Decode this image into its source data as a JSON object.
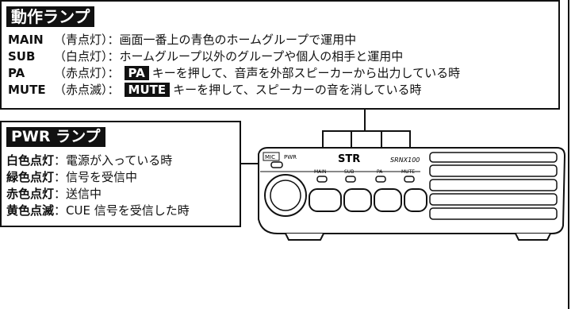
{
  "status_panel": {
    "title": "動作ランプ",
    "rows": [
      {
        "code": "MAIN",
        "desc": "（青点灯）：画面一番上の青色のホームグループで運用中"
      },
      {
        "code": "SUB",
        "desc": "（白点灯）：ホームグループ以外のグループや個人の相手と運用中"
      },
      {
        "code": "PA",
        "desc": "（赤点灯）：",
        "chip": "PA",
        "desc_after": "キーを押して、音声を外部スピーカーから出力している時"
      },
      {
        "code": "MUTE",
        "desc": "（赤点滅）：",
        "chip": "MUTE",
        "desc_after": "キーを押して、スピーカーの音を消している時"
      }
    ]
  },
  "power_panel": {
    "title": "PWR ランプ",
    "rows": [
      {
        "state": "白色点灯",
        "desc": "：電源が入っている時"
      },
      {
        "state": "緑色点灯",
        "desc": "：信号を受信中"
      },
      {
        "state": "赤色点灯",
        "desc": "：送信中"
      },
      {
        "state": "黄色点滅",
        "desc": "：CUE 信号を受信した時"
      }
    ]
  },
  "device": {
    "mic_label": "MIC",
    "pwr_label": "PWR",
    "brand": "STR",
    "model": "SRNX100",
    "lamp_labels": [
      "MAIN",
      "SUB",
      "PA",
      "MUTE"
    ]
  }
}
